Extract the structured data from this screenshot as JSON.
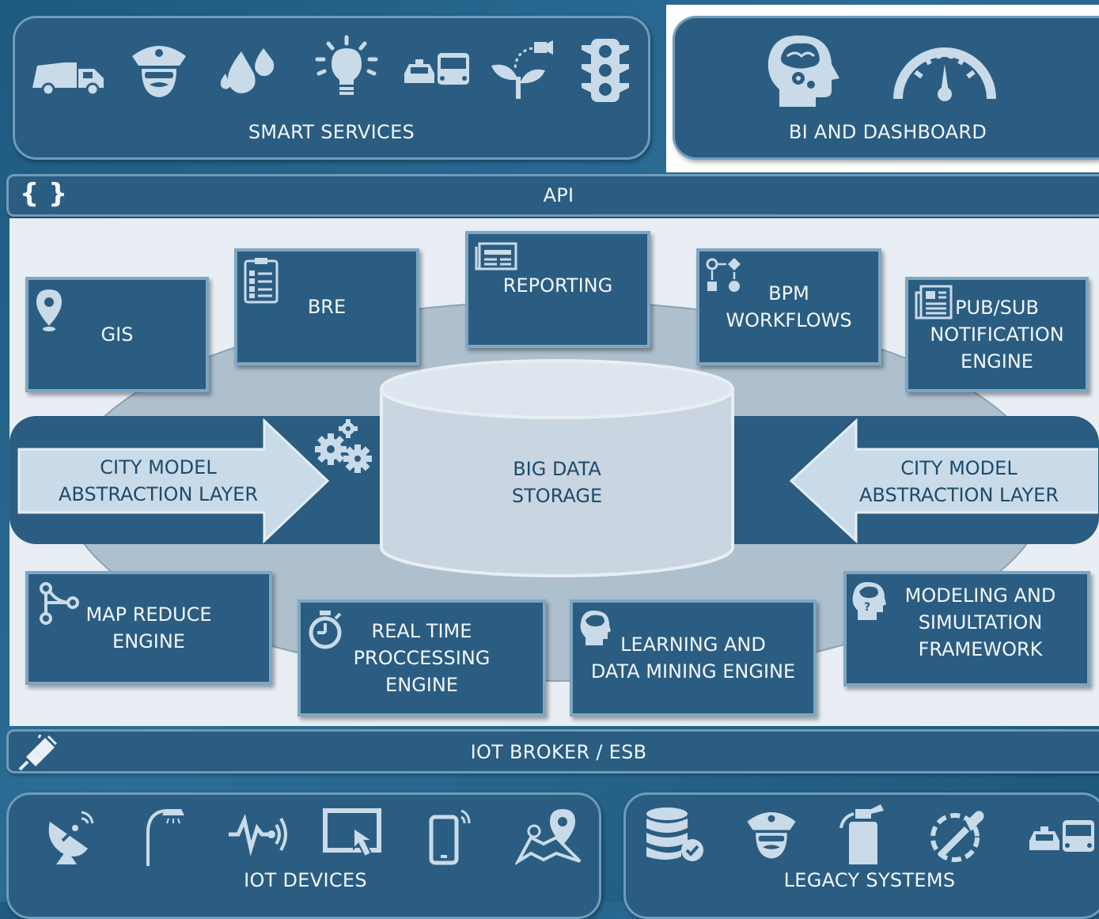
{
  "top": {
    "smart_services": {
      "label": "SMART SERVICES",
      "icons": [
        "garbage-truck-icon",
        "police-officer-icon",
        "water-drops-icon",
        "light-bulb-icon",
        "taxi-bus-icon",
        "plant-irrigation-icon",
        "traffic-light-icon"
      ]
    },
    "bi_dashboard": {
      "label": "BI AND DASHBOARD",
      "icons": [
        "brain-gears-head-icon",
        "speedometer-gauge-icon"
      ]
    }
  },
  "api_bar": {
    "label": "API",
    "icon": "curly-braces-icon"
  },
  "modules": {
    "gis": "GIS",
    "bre": "BRE",
    "reporting": "REPORTING",
    "bpm": "BPM\nWORKFLOWS",
    "pubsub": "PUB/SUB\nNOTIFICATION\nENGINE",
    "map_reduce": "MAP REDUCE\nENGINE",
    "real_time": "REAL TIME\nPROCCESSING\nENGINE",
    "learning": "LEARNING AND\nDATA MINING ENGINE",
    "modeling": "MODELING AND\nSIMULTATION\nFRAMEWORK"
  },
  "center": {
    "storage": "BIG DATA\nSTORAGE",
    "left_layer": "CITY MODEL\nABSTRACTION LAYER",
    "right_layer": "CITY MODEL\nABSTRACTION LAYER"
  },
  "iot_broker": {
    "label": "IOT BROKER / ESB",
    "icon": "plug-icon"
  },
  "bottom": {
    "iot_devices": {
      "label": "IOT DEVICES",
      "icons": [
        "satellite-dish-icon",
        "street-lamp-icon",
        "sensor-signal-icon",
        "touch-screen-icon",
        "smartphone-icon",
        "map-location-icon"
      ]
    },
    "legacy_systems": {
      "label": "LEGACY SYSTEMS",
      "icons": [
        "database-check-icon",
        "police-officer-icon",
        "fire-extinguisher-icon",
        "pipette-icon",
        "taxi-bus-icon"
      ]
    }
  }
}
